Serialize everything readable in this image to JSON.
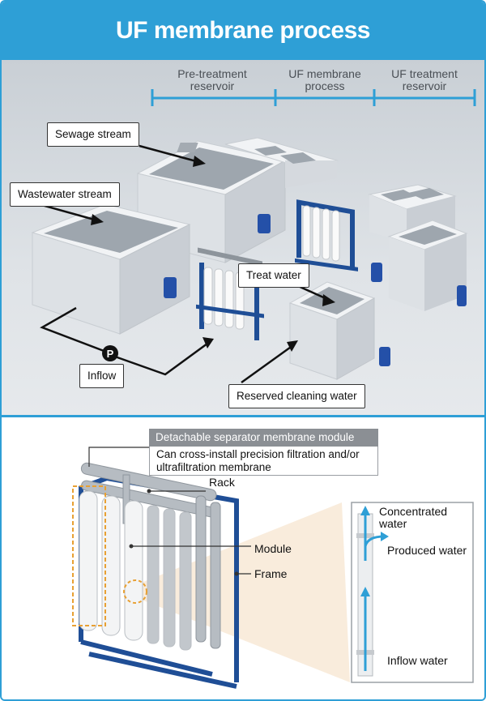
{
  "title": "UF membrane process",
  "stages": [
    "Pre-treatment reservoir",
    "UF membrane process",
    "UF treatment reservoir"
  ],
  "labels": {
    "sewage": "Sewage stream",
    "wastewater": "Wastewater stream",
    "treat": "Treat water",
    "inflow": "Inflow",
    "pump": "P",
    "reserved": "Reserved cleaning water"
  },
  "module_detail": {
    "title": "Detachable separator membrane module",
    "description": "Can cross-install precision filtration and/or ultrafiltration membrane",
    "rack": "Rack",
    "module": "Module",
    "frame": "Frame"
  },
  "flow": {
    "concentrated": "Concentrated water",
    "produced": "Produced water",
    "inflow": "Inflow water"
  },
  "colors": {
    "accent": "#2e9fd6",
    "concrete": "#e4e7ea",
    "rack_blue": "#1f4e96",
    "highlight": "#e8a033"
  }
}
